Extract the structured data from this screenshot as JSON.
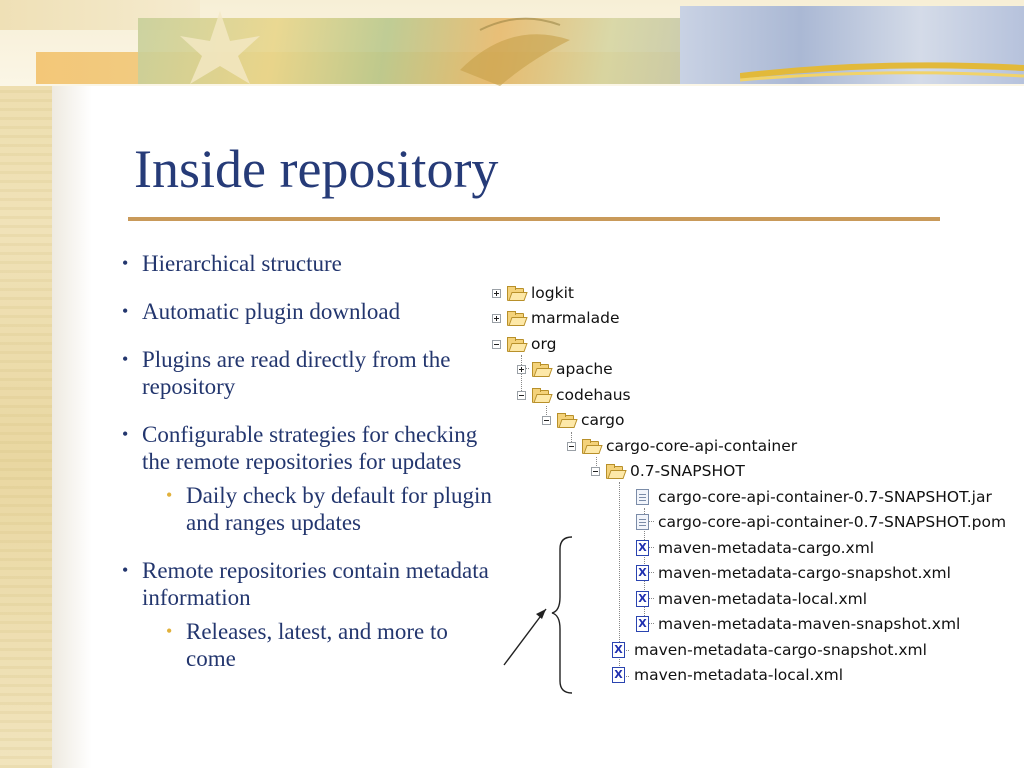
{
  "slide": {
    "title": "Inside repository",
    "bullets": [
      {
        "text": "Hierarchical structure"
      },
      {
        "text": "Automatic plugin download"
      },
      {
        "text": "Plugins are read directly from the repository"
      },
      {
        "text": "Configurable strategies for checking the remote repositories for updates",
        "sub": [
          "Daily check by default for plugin and ranges updates"
        ]
      },
      {
        "text": "Remote repositories contain metadata information",
        "sub": [
          "Releases, latest, and more to come"
        ]
      }
    ]
  },
  "tree": {
    "nodes": [
      {
        "label": "logkit",
        "type": "folder",
        "expander": "plus"
      },
      {
        "label": "marmalade",
        "type": "folder",
        "expander": "plus"
      },
      {
        "label": "org",
        "type": "folder",
        "expander": "minus"
      },
      {
        "label": "apache",
        "type": "folder",
        "expander": "plus"
      },
      {
        "label": "codehaus",
        "type": "folder",
        "expander": "minus"
      },
      {
        "label": "cargo",
        "type": "folder",
        "expander": "minus"
      },
      {
        "label": "cargo-core-api-container",
        "type": "folder",
        "expander": "minus"
      },
      {
        "label": "0.7-SNAPSHOT",
        "type": "folder",
        "expander": "minus"
      },
      {
        "label": "cargo-core-api-container-0.7-SNAPSHOT.jar",
        "type": "file"
      },
      {
        "label": "cargo-core-api-container-0.7-SNAPSHOT.pom",
        "type": "file"
      },
      {
        "label": "maven-metadata-cargo.xml",
        "type": "xml"
      },
      {
        "label": "maven-metadata-cargo-snapshot.xml",
        "type": "xml"
      },
      {
        "label": "maven-metadata-local.xml",
        "type": "xml"
      },
      {
        "label": "maven-metadata-maven-snapshot.xml",
        "type": "xml"
      },
      {
        "label": "maven-metadata-cargo-snapshot.xml",
        "type": "xml"
      },
      {
        "label": "maven-metadata-local.xml",
        "type": "xml"
      }
    ],
    "xml_glyph": "X"
  },
  "colors": {
    "title": "#263b78",
    "rule": "#c99a5a",
    "bullet_text": "#23366e",
    "sub_bullet": "#e1b13c"
  },
  "icons": [
    "folder-icon",
    "file-icon",
    "xml-file-icon",
    "expand-icon",
    "collapse-icon"
  ]
}
